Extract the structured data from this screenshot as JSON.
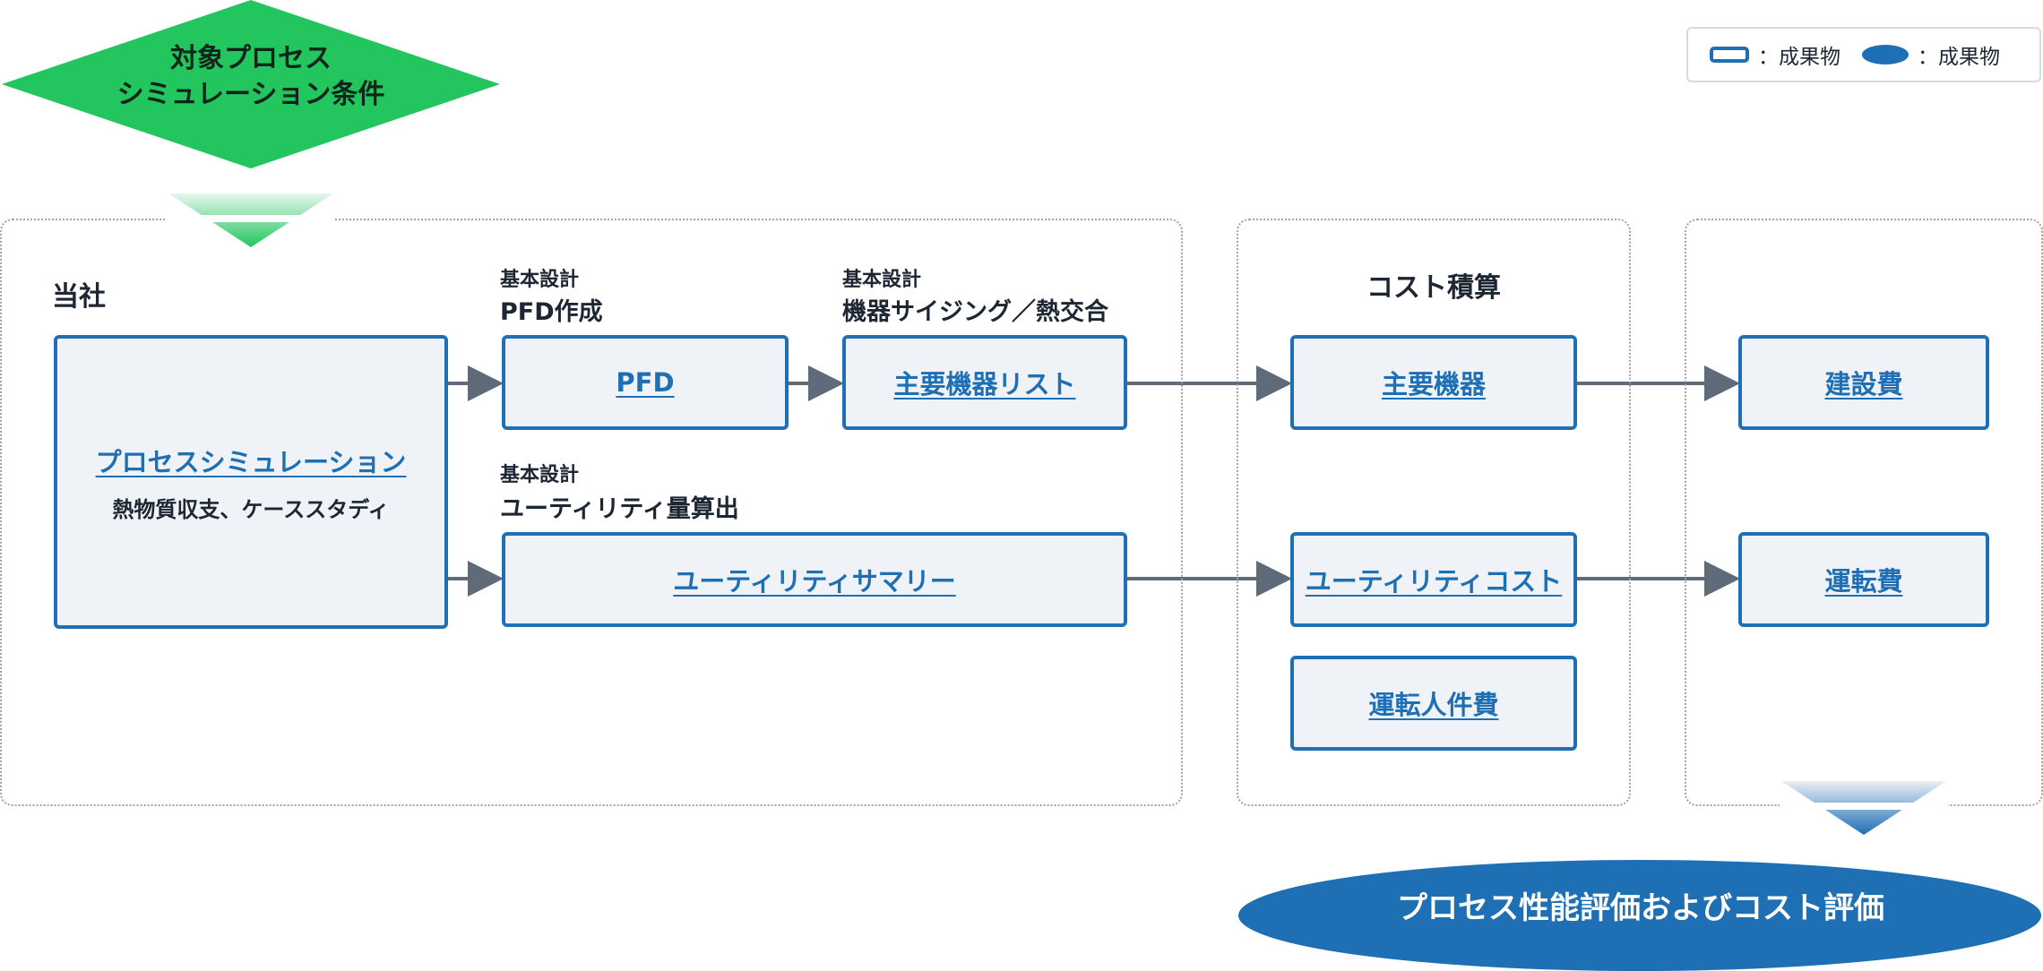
{
  "start": {
    "line1": "対象プロセス",
    "line2": "シミュレーション条件"
  },
  "legend": {
    "box_label": "：成果物",
    "oval_label": "：成果物"
  },
  "regions": {
    "company_title": "当社",
    "cost_title": "コスト積算"
  },
  "captions": {
    "pfd_small": "基本設計",
    "pfd_main": "PFD作成",
    "equip_small": "基本設計",
    "equip_main": "機器サイジング／熱交合",
    "utility_small": "基本設計",
    "utility_main": "ユーティリティ量算出"
  },
  "nodes": {
    "process_sim": "プロセスシミュレーション",
    "process_sim_sub": "熱物質収支、ケーススタディ",
    "pfd": "PFD",
    "equipment_list": "主要機器リスト",
    "utility_summary": "ユーティリティサマリー",
    "main_equipment": "主要機器",
    "utility_cost": "ユーティリティコスト",
    "labor_cost": "運転人件費",
    "construction_cost": "建設費",
    "operating_cost": "運転費"
  },
  "result": {
    "label": "プロセス性能評価およびコスト評価"
  },
  "colors": {
    "green": "#22c55e",
    "blue": "#1f6fb5",
    "box_fill": "#eff3f7",
    "arrow": "#5f6b78"
  }
}
